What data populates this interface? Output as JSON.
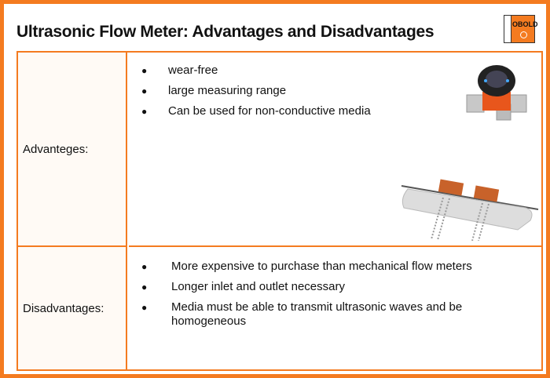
{
  "header": {
    "title": "Ultrasonic Flow Meter: Advantages and Disadvantages",
    "logo_text": "KOBOLD"
  },
  "colors": {
    "accent": "#f47b20"
  },
  "table": {
    "rows": [
      {
        "label": "Advanteges:",
        "items": [
          "wear-free",
          "large measuring range",
          "Can be used for non-conductive media"
        ]
      },
      {
        "label": "Disadvantages:",
        "items": [
          "More expensive to purchase than mechanical flow meters",
          "Longer inlet and outlet necessary",
          "Media must be able to transmit ultrasonic waves and be homogeneous"
        ]
      }
    ]
  }
}
